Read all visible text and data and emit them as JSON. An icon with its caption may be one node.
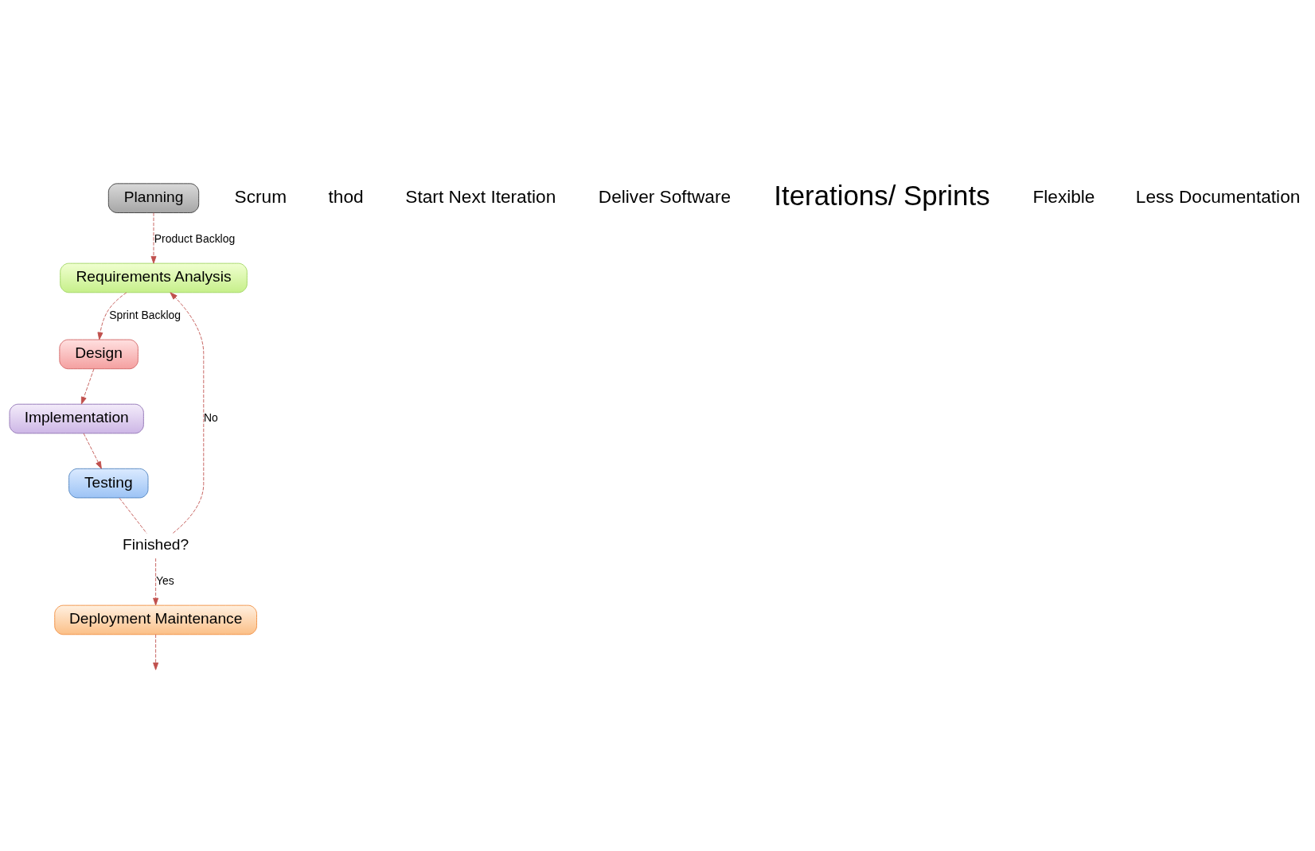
{
  "diagram": {
    "nodes": [
      {
        "text": [
          "Planning"
        ]
      },
      {
        "text": [
          "Requirements Analysis"
        ]
      },
      {
        "text": [
          "Design"
        ]
      },
      {
        "text": [
          "Implementation"
        ]
      },
      {
        "text": [
          "Testing"
        ]
      },
      {
        "text": [
          "Deployment Maintenance"
        ]
      },
      {
        "text": [
          "Finished?"
        ]
      }
    ],
    "edges": [
      {
        "from": 0,
        "to": 1,
        "arrow": "to",
        "label": "Product Backlog",
        "style": "dashed"
      },
      {
        "from": 1,
        "to": 2,
        "arrow": "to",
        "label": "Sprint Backlog",
        "style": "dashed"
      },
      {
        "from": 2,
        "to": 3,
        "arrow": "to",
        "style": "dashed"
      },
      {
        "from": 3,
        "to": 4,
        "arrow": "to",
        "style": "dashed"
      },
      {
        "from": 4,
        "to": 6,
        "arrow": "none",
        "style": "dashed"
      },
      {
        "from": 6,
        "to": 5,
        "arrow": "to",
        "label": "Yes",
        "style": "dashed"
      },
      {
        "from": 6,
        "to": 1,
        "arrow": "to",
        "label": "No",
        "style": "dashed"
      },
      {
        "from": 5,
        "to": null,
        "arrow": "to",
        "style": "dashed"
      }
    ],
    "labels": [
      "Scrum",
      "thod",
      "Start Next Iteration",
      "Deliver Software",
      "Iterations/ Sprints",
      "Flexible",
      "Less Documentation"
    ]
  }
}
